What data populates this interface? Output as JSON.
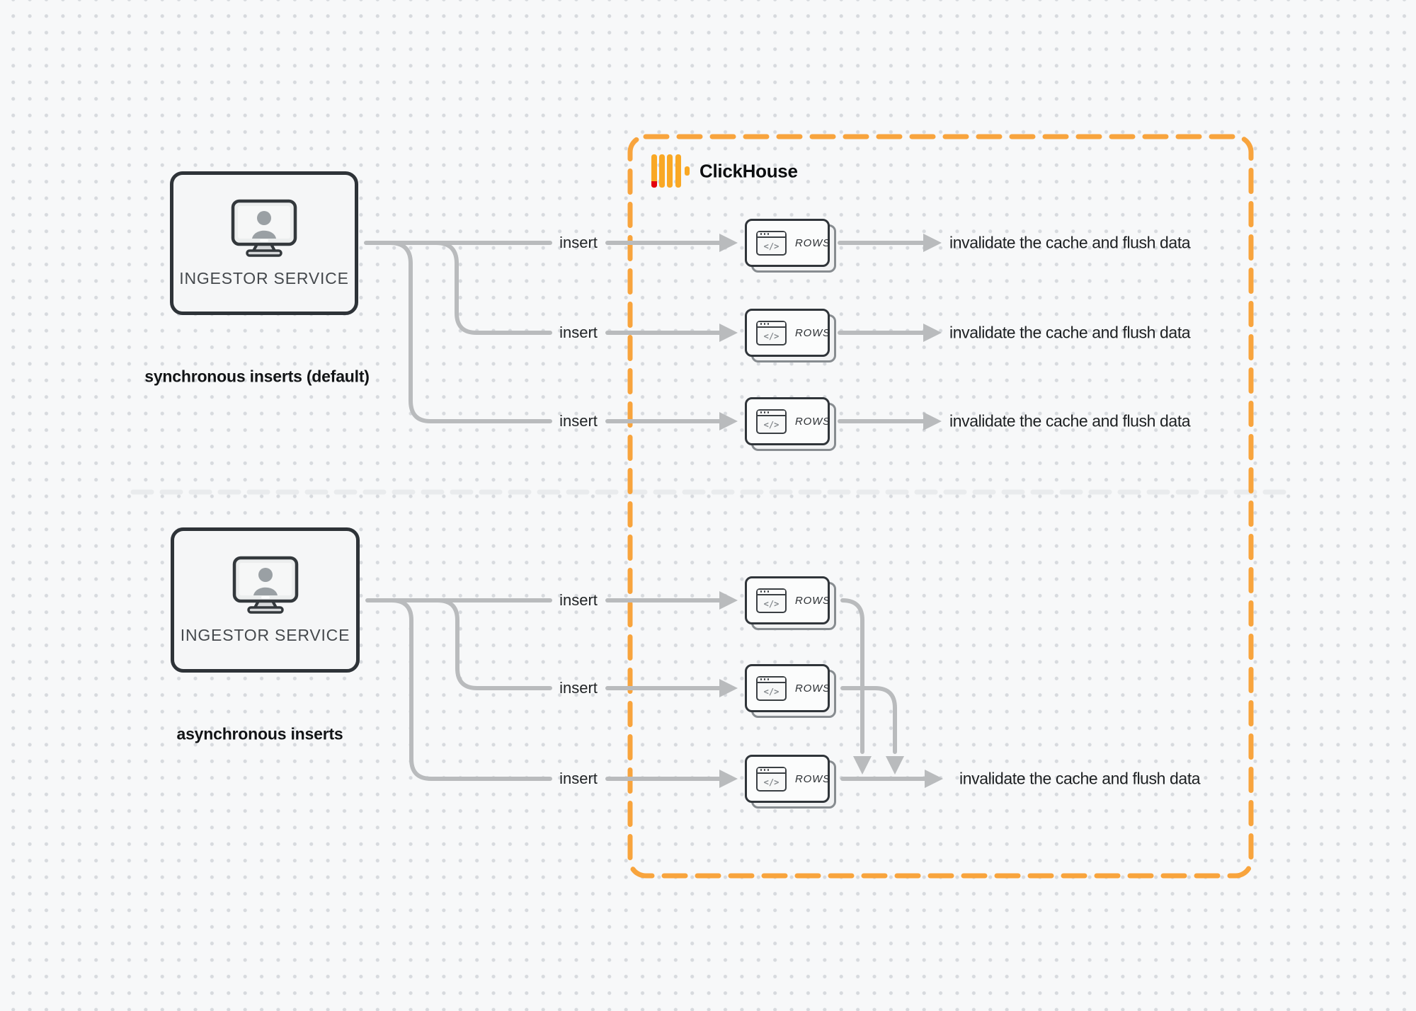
{
  "colors": {
    "background": "#f7f8f9",
    "dot": "#d7dade",
    "line_gray": "#b9bbbd",
    "divider_gray": "#e9ebed",
    "accent_orange": "#f8a43d",
    "logo_yellow": "#f9a825",
    "logo_red": "#e3000f",
    "border_dark": "#2e3338",
    "card_border": "#30353a",
    "text_dark": "#1d2022",
    "text_muted": "#45494d"
  },
  "clickhouse": {
    "title": "ClickHouse"
  },
  "card_icon_glyph": "</>",
  "sync": {
    "section_label": "synchronous inserts (default)",
    "ingestor_label": "INGESTOR SERVICE",
    "rows": [
      {
        "insert": "insert",
        "card": "ROWS",
        "result": "invalidate the cache and flush data"
      },
      {
        "insert": "insert",
        "card": "ROWS",
        "result": "invalidate the cache and flush data"
      },
      {
        "insert": "insert",
        "card": "ROWS",
        "result": "invalidate the cache and flush data"
      }
    ]
  },
  "async": {
    "section_label": "asynchronous inserts",
    "ingestor_label": "INGESTOR SERVICE",
    "rows": [
      {
        "insert": "insert",
        "card": "ROWS"
      },
      {
        "insert": "insert",
        "card": "ROWS"
      },
      {
        "insert": "insert",
        "card": "ROWS"
      }
    ],
    "result": "invalidate the cache and flush data"
  }
}
